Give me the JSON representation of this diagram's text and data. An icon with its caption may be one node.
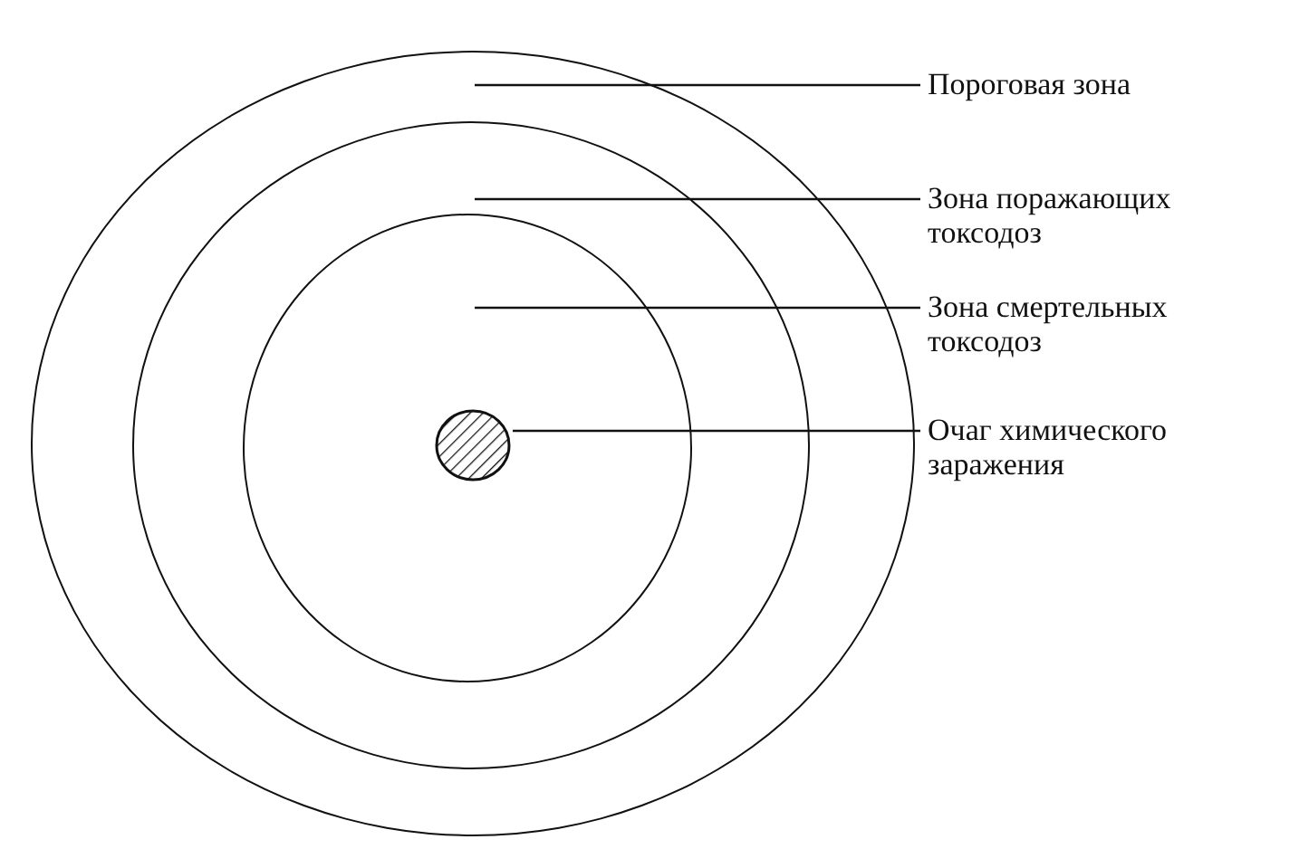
{
  "diagram": {
    "nodes": [
      {
        "text": [],
        "shape": "circle"
      },
      {
        "text": [],
        "shape": "circle",
        "in": 0
      },
      {
        "text": [],
        "shape": "circle",
        "in": 1
      },
      {
        "text": [],
        "shape": "circle",
        "in": 2
      },
      {
        "text": [
          "Пороговая зона"
        ]
      },
      {
        "text": [
          "Зона поражающих токсодоз"
        ]
      },
      {
        "text": [
          "Зона смертельных токсодоз"
        ]
      },
      {
        "text": [
          "Очаг химического заражения"
        ]
      }
    ],
    "edges": [
      {
        "from": 4,
        "to": 0,
        "arrow": "none"
      },
      {
        "from": 5,
        "to": 1,
        "arrow": "none"
      },
      {
        "from": 6,
        "to": 2,
        "arrow": "none"
      },
      {
        "from": 7,
        "to": 3,
        "arrow": "none"
      }
    ]
  }
}
